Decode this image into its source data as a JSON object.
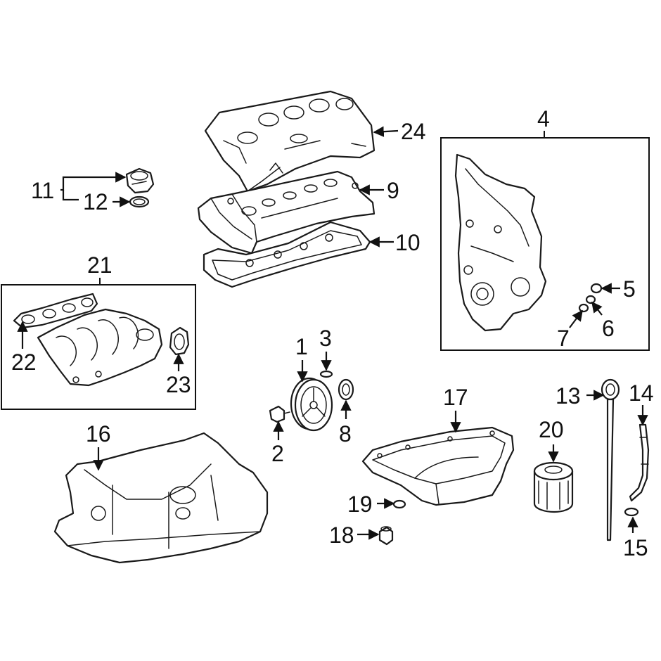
{
  "colors": {
    "line": "#111111",
    "background": "#ffffff"
  },
  "callouts": [
    {
      "id": "1",
      "text": "1"
    },
    {
      "id": "2",
      "text": "2"
    },
    {
      "id": "3",
      "text": "3"
    },
    {
      "id": "4",
      "text": "4"
    },
    {
      "id": "5",
      "text": "5"
    },
    {
      "id": "6",
      "text": "6"
    },
    {
      "id": "7",
      "text": "7"
    },
    {
      "id": "8",
      "text": "8"
    },
    {
      "id": "9",
      "text": "9"
    },
    {
      "id": "10",
      "text": "10"
    },
    {
      "id": "11",
      "text": "11"
    },
    {
      "id": "12",
      "text": "12"
    },
    {
      "id": "13",
      "text": "13"
    },
    {
      "id": "14",
      "text": "14"
    },
    {
      "id": "15",
      "text": "15"
    },
    {
      "id": "16",
      "text": "16"
    },
    {
      "id": "17",
      "text": "17"
    },
    {
      "id": "18",
      "text": "18"
    },
    {
      "id": "19",
      "text": "19"
    },
    {
      "id": "20",
      "text": "20"
    },
    {
      "id": "21",
      "text": "21"
    },
    {
      "id": "22",
      "text": "22"
    },
    {
      "id": "23",
      "text": "23"
    },
    {
      "id": "24",
      "text": "24"
    }
  ]
}
